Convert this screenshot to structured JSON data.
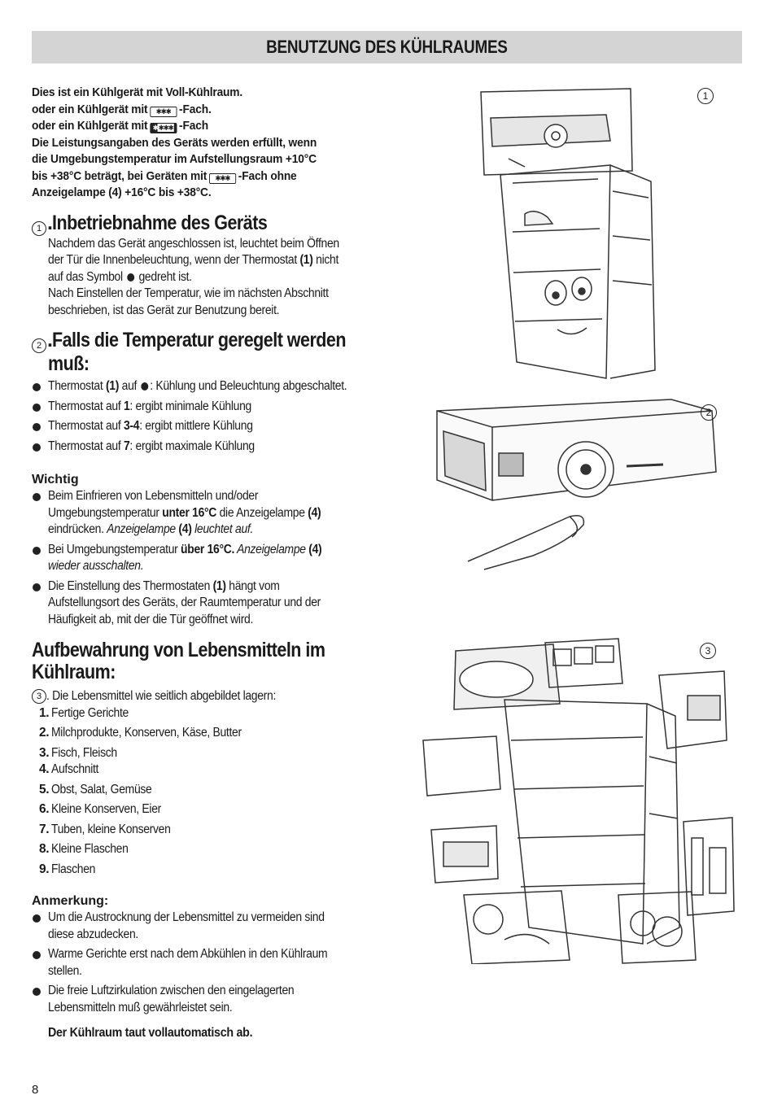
{
  "page": {
    "title": "BENUTZUNG DES KÜHLRAUMES",
    "page_number": "8"
  },
  "intro": {
    "line1": "Dies ist ein Kühlgerät mit Voll-Kühlraum.",
    "line2_a": "oder ein Kühlgerät mit",
    "line2_b": "-Fach.",
    "line3_a": "oder ein Kühlgerät mit",
    "line3_b": "-Fach",
    "line4": "Die Leistungsangaben des Geräts werden erfüllt, wenn",
    "line5": "die  Umgebungstemperatur im Aufstellungsraum +10°C",
    "line6_a": "bis +38°C beträgt, bei Geräten mit",
    "line6_b": "-Fach ohne",
    "line7": "Anzeigelampe (4) +16°C bis +38°C.",
    "symbol_star": "✱✱✱",
    "symbol_star4_a": "✱",
    "symbol_star4_b": "✱✱✱"
  },
  "section1": {
    "marker": "1",
    "heading": "Inbetriebnahme des Geräts",
    "p1_a": "Nachdem das Gerät angeschlossen ist, leuchtet beim Öffnen",
    "p1_b": "der Tür die  Innenbeleuchtung, wenn der Thermostat",
    "p1_b_bold": "(1)",
    "p1_b_end": "nicht",
    "p1_c_a": "auf das Symbol",
    "p1_c_b": "gedreht ist.",
    "p2_a": "Nach Einstellen der Temperatur, wie im nächsten Abschnitt",
    "p2_b": "beschrieben, ist das Gerät zur Benutzung bereit."
  },
  "section2": {
    "marker": "2",
    "heading_a": "Falls die Temperatur geregelt werden",
    "heading_b": "muß:",
    "items": [
      {
        "a": "Thermostat ",
        "b": "(1)",
        "c": " auf ",
        "d": ": Kühlung und Beleuchtung abgeschaltet."
      },
      {
        "a": "Thermostat auf ",
        "b": "1",
        "c": ": ergibt minimale Kühlung"
      },
      {
        "a": "Thermostat auf ",
        "b": "3-4",
        "c": ": ergibt mittlere Kühlung"
      },
      {
        "a": "Thermostat auf ",
        "b": "7",
        "c": ": ergibt maximale Kühlung"
      }
    ]
  },
  "wichtig": {
    "heading": "Wichtig",
    "i1_l1": "Beim Einfrieren von Lebensmitteln und/oder",
    "i1_l2_a": "Umgebungstemperatur ",
    "i1_l2_b": "unter 16°C",
    "i1_l2_c": " die Anzeigelampe ",
    "i1_l2_d": "(4)",
    "i1_l3_a": "eindrücken. ",
    "i1_l3_b": "Anzeigelampe ",
    "i1_l3_c": "(4)",
    "i1_l3_d": " leuchtet auf.",
    "i2_l1_a": "Bei Umgebungstemperatur ",
    "i2_l1_b": "über 16°C.",
    "i2_l1_c": " Anzeigelampe ",
    "i2_l1_d": "(4)",
    "i2_l2": "wieder ausschalten.",
    "i3_l1_a": "Die Einstellung des Thermostaten ",
    "i3_l1_b": "(1)",
    "i3_l1_c": " hängt vom",
    "i3_l2": "Aufstellungsort des Geräts,  der Raumtemperatur und der",
    "i3_l3": "Häufigkeit ab, mit der die Tür geöffnet wird."
  },
  "section3": {
    "heading_a": "Aufbewahrung von Lebensmitteln im",
    "heading_b": "Kühlraum:",
    "marker": "3",
    "lead": ". Die Lebensmittel wie seitlich abgebildet lagern:",
    "items": [
      {
        "n": "1.",
        "t": "Fertige Gerichte"
      },
      {
        "n": "2.",
        "t": "Milchprodukte, Konserven, Käse, Butter"
      },
      {
        "n": "3.",
        "t": "Fisch, Fleisch"
      },
      {
        "n": "4.",
        "t": "Aufschnitt"
      },
      {
        "n": "5.",
        "t": "Obst, Salat, Gemüse"
      },
      {
        "n": "6.",
        "t": "Kleine Konserven, Eier"
      },
      {
        "n": "7.",
        "t": "Tuben, kleine Konserven"
      },
      {
        "n": "8.",
        "t": "Kleine Flaschen"
      },
      {
        "n": "9.",
        "t": "Flaschen"
      }
    ]
  },
  "anmerkung": {
    "heading": "Anmerkung:",
    "i1_l1": "Um die Austrocknung der Lebensmittel zu vermeiden sind",
    "i1_l2": "diese abzudecken.",
    "i2_l1": "Warme Gerichte erst nach dem Abkühlen in den Kühlraum",
    "i2_l2": "stellen.",
    "i3_l1": "Die freie Luftzirkulation zwischen den eingelagerten",
    "i3_l2": "Lebensmitteln muß gewährleistet sein.",
    "closing": "Der Kühlraum taut vollautomatisch ab."
  },
  "figures": {
    "fig1_label": "1",
    "fig2_label": "2",
    "fig3_label": "3"
  }
}
